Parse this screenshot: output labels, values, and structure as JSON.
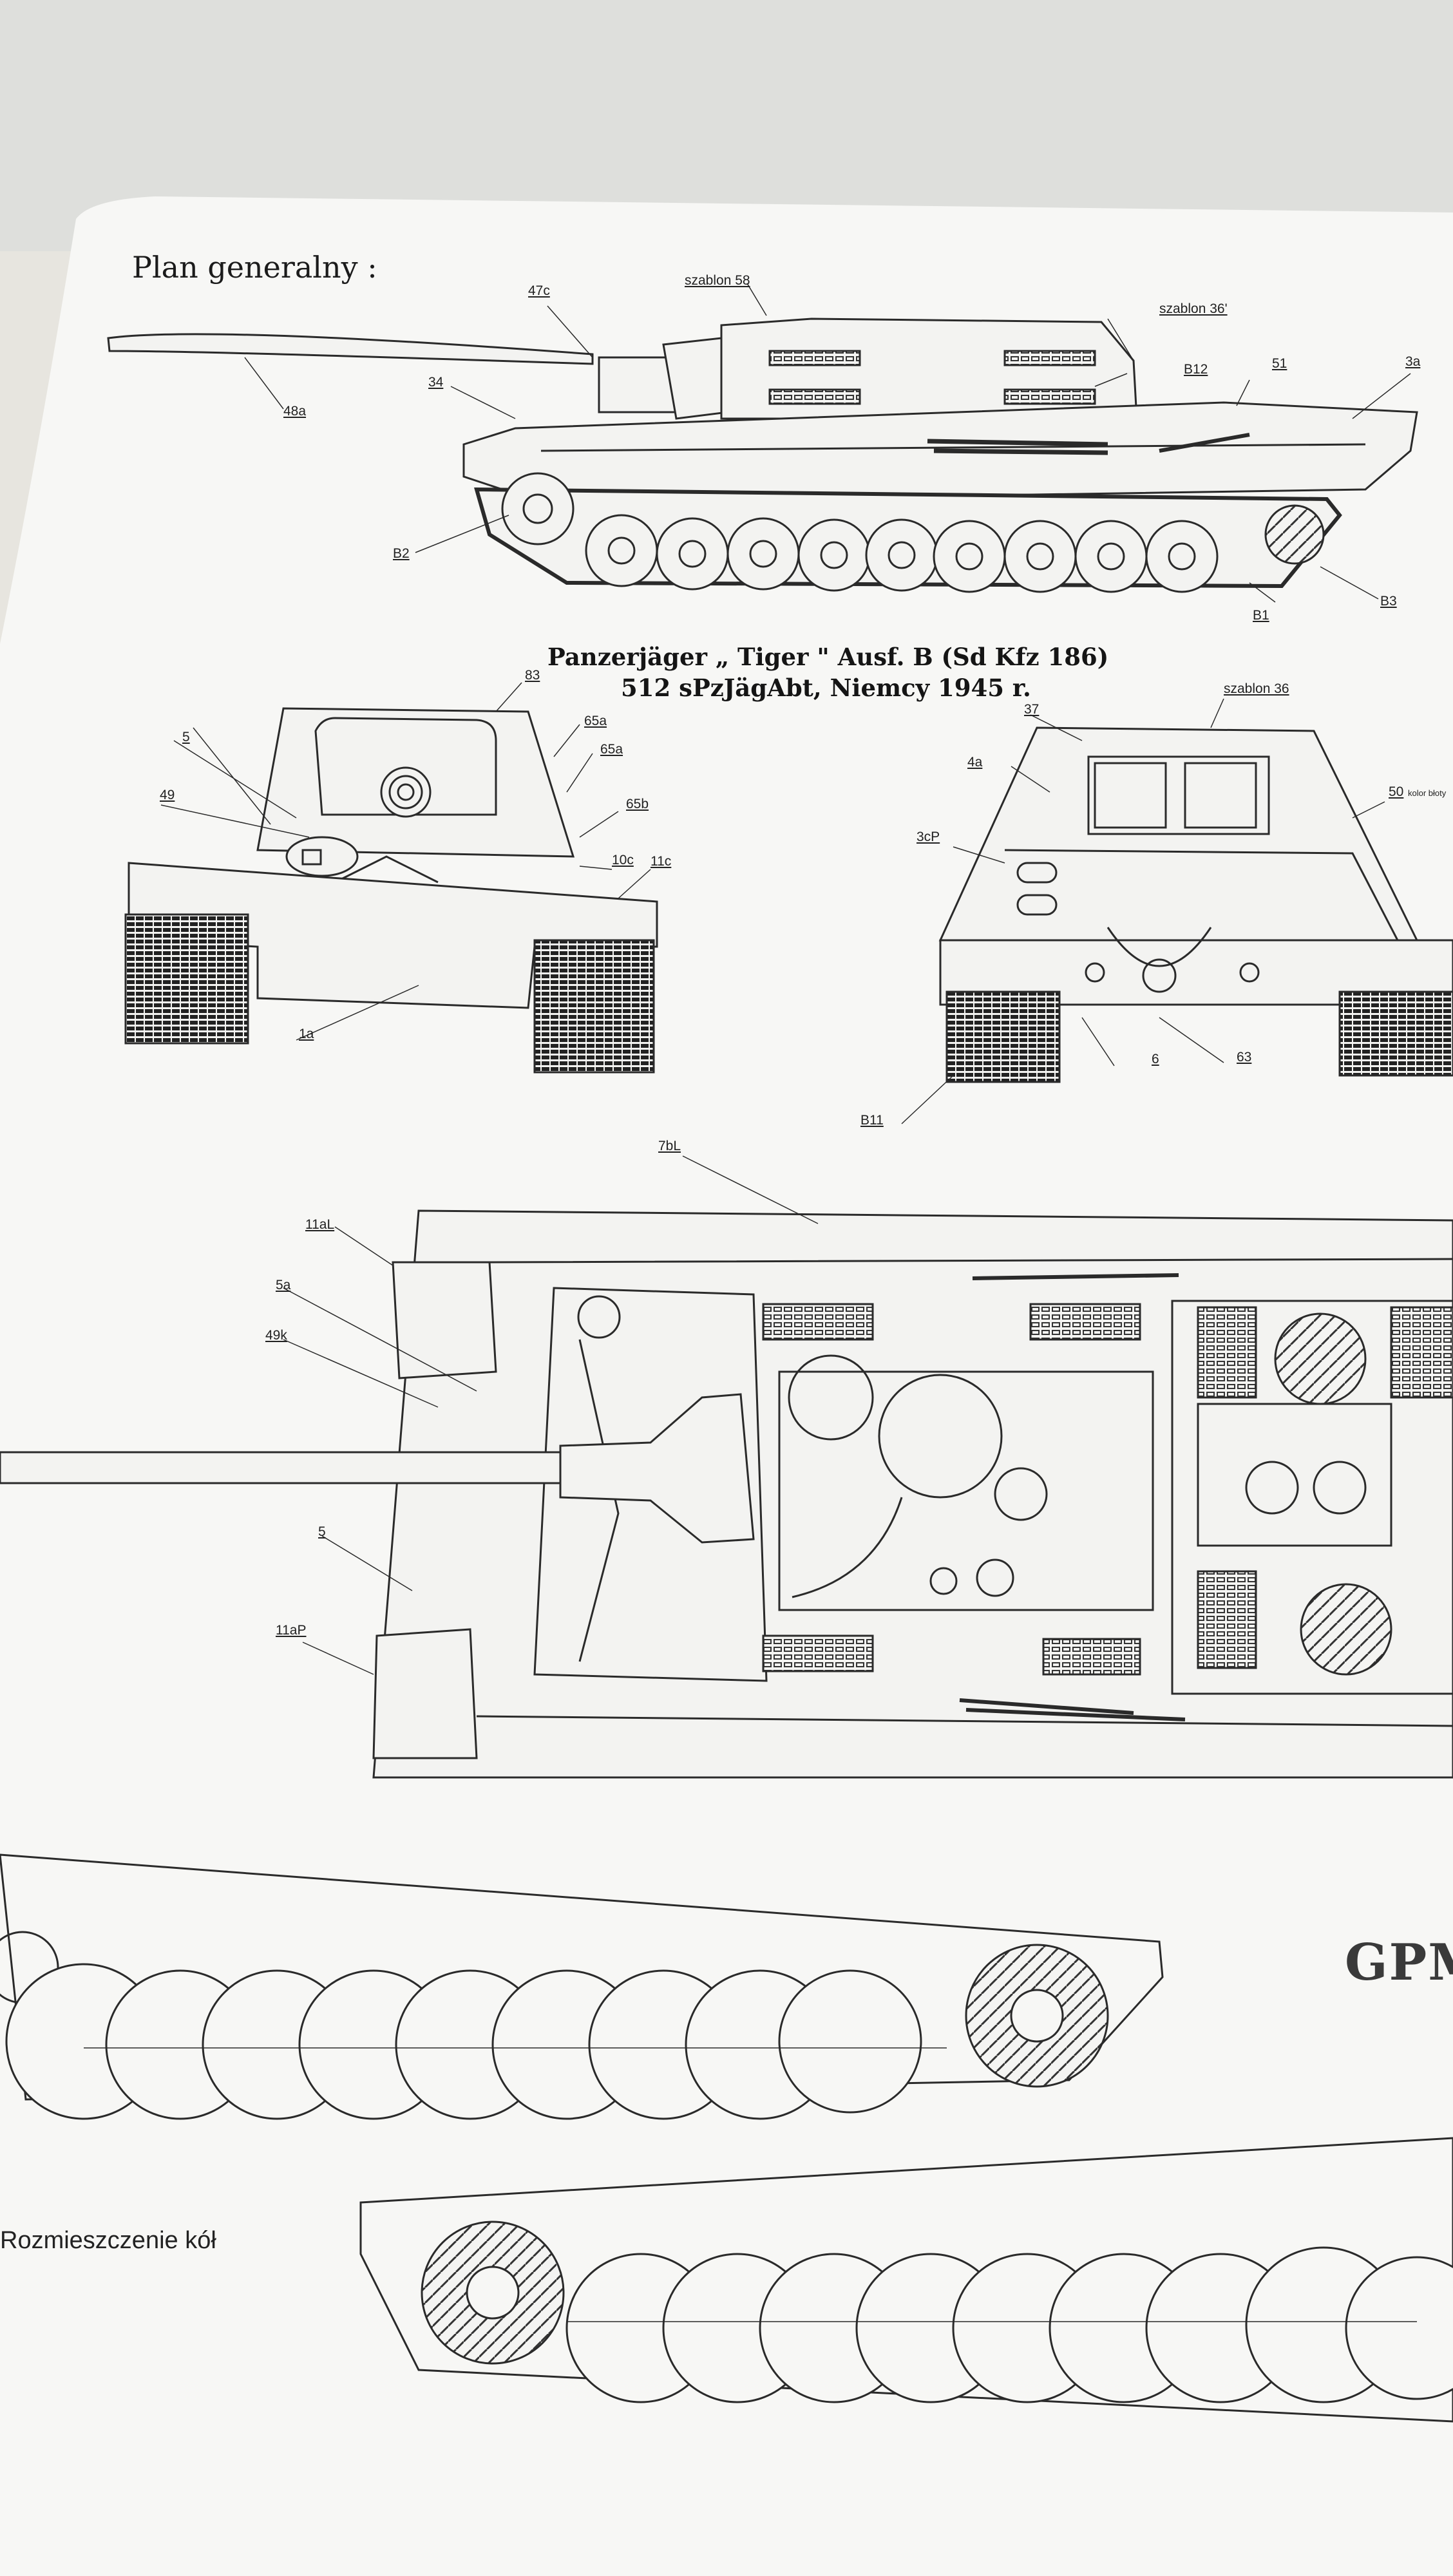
{
  "page": {
    "plan_title": "Plan generalny :",
    "vehicle_title_line1": "Panzerjäger „ Tiger \" Ausf. B (Sd Kfz 186)",
    "vehicle_title_line2": "512 sPzJägAbt, Niemcy 1945 r.",
    "wheel_layout_caption": "Rozmieszczenie kół",
    "brand_fragment": "GPM"
  },
  "side_view": {
    "labels": [
      "47c",
      "szablon 58",
      "szablon 36'",
      "B12",
      "51",
      "3a",
      "34",
      "48a",
      "B2",
      "B1",
      "B3"
    ]
  },
  "front_view": {
    "labels": [
      "83",
      "65a",
      "65a",
      "5",
      "65b",
      "49",
      "10c",
      "11c",
      "1a"
    ]
  },
  "rear_view": {
    "labels": [
      "szablon 36",
      "37",
      "4a",
      "50",
      "kolor błoty",
      "3cP",
      "6",
      "63",
      "B11"
    ]
  },
  "top_view": {
    "labels": [
      "7bL",
      "11aL",
      "5a",
      "49k",
      "5",
      "11aP"
    ]
  },
  "colors": {
    "paper": "#f7f7f5",
    "background": "#d9d9d6",
    "line": "#2a2a2a"
  }
}
